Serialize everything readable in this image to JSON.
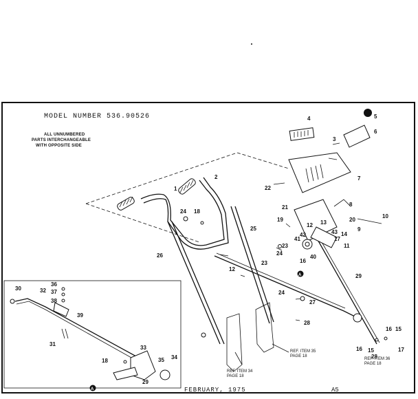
{
  "header": {
    "model": "MODEL NUMBER 536.90526",
    "note_lines": [
      "ALL UNNUMBERED",
      "PARTS INTERCHANGEABLE",
      "WITH OPPOSITE SIDE"
    ]
  },
  "footer": {
    "date": "FEBRUARY, 1975",
    "page_code": "A5"
  },
  "references": {
    "item34": [
      "REF. ITEM 34",
      "PAGE 18"
    ],
    "item35": [
      "REF. ITEM 35",
      "PAGE 18"
    ],
    "item36": [
      "REF. ITEM 36",
      "PAGE 18"
    ]
  },
  "callouts": {
    "c1": "1",
    "c2": "2",
    "c3": "3",
    "c4": "4",
    "c5": "5",
    "c6": "6",
    "c7": "7",
    "c8": "8",
    "c9": "9",
    "c10": "10",
    "c11": "11",
    "c12a": "12",
    "c12b": "12",
    "c13": "13",
    "c14": "14",
    "c15a": "15",
    "c15b": "15",
    "c16a": "16",
    "c16b": "16",
    "c16c": "16",
    "c17a": "17",
    "c17b": "17",
    "c18a": "18",
    "c18b": "18",
    "c19": "19",
    "c20": "20",
    "c21": "21",
    "c22": "22",
    "c23a": "23",
    "c23b": "23",
    "c24a": "24",
    "c24b": "24",
    "c24c": "24",
    "c25": "25",
    "c26": "26",
    "c27": "27",
    "c28a": "28",
    "c28b": "28",
    "c29a": "29",
    "c29b": "29",
    "c30": "30",
    "c31": "31",
    "c32": "32",
    "c33": "33",
    "c34": "34",
    "c35": "35",
    "c36": "36",
    "c37": "37",
    "c38": "38",
    "c39": "39",
    "c40": "40",
    "c41": "41",
    "c42": "42",
    "c43": "43",
    "detail_a": "A",
    "detail_a_inset": "A"
  }
}
